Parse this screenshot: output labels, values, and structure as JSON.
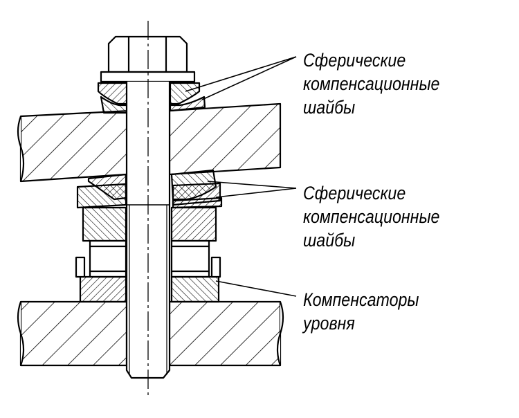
{
  "labels": [
    {
      "lines": [
        "Сферические",
        "компенсационные",
        "шайбы"
      ]
    },
    {
      "lines": [
        "Сферические",
        "компенсационные",
        "шайбы"
      ]
    },
    {
      "lines": [
        "Компенсаторы",
        "уровня"
      ]
    }
  ],
  "colors": {
    "line": "#000000",
    "background": "#ffffff"
  }
}
